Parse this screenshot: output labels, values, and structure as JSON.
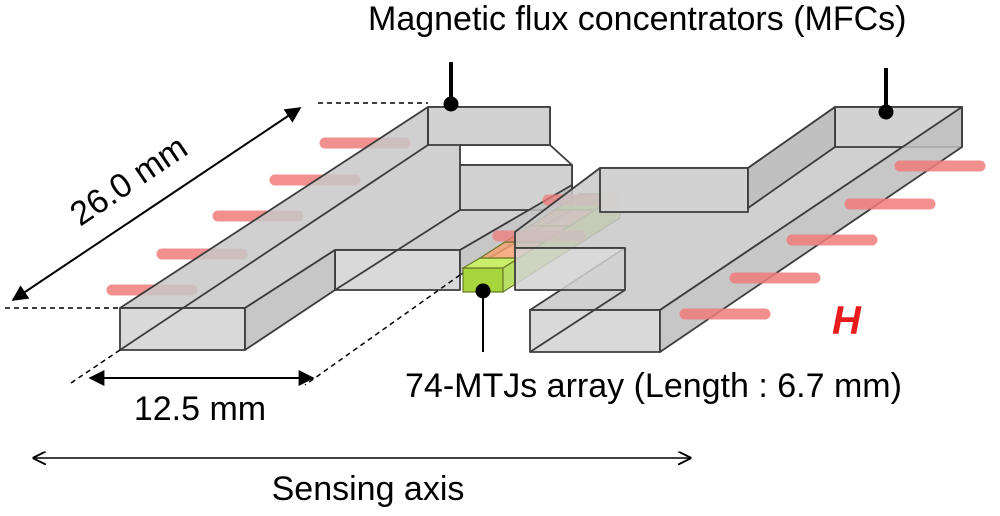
{
  "labels": {
    "mfc": "Magnetic flux concentrators (MFCs)",
    "mtj": "74-MTJs array (Length : 6.7 mm)",
    "length_dim": "26.0 mm",
    "width_dim": "12.5 mm",
    "axis": "Sensing axis",
    "field": "H"
  },
  "colors": {
    "mfc_fill": "#cfcfcf",
    "mfc_top": "#c6c6c6",
    "mfc_stroke": "#3c3c3c",
    "field_lines": "#f07c7c",
    "field_label": "#e81c1c",
    "mtj_green": "#a6d63c",
    "mtj_orange": "#f3a070"
  }
}
